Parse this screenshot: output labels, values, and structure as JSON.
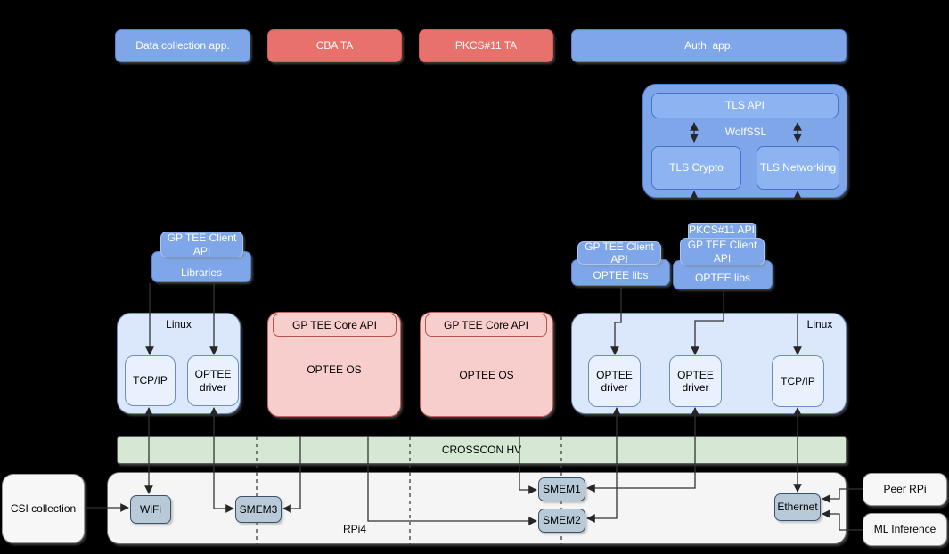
{
  "apps": {
    "data_collection": "Data collection app.",
    "cba_ta": "CBA TA",
    "pkcs11_ta": "PKCS#11 TA",
    "auth": "Auth. app."
  },
  "wolfssl": {
    "label": "WolfSSL",
    "tls_api": "TLS API",
    "tls_crypto": "TLS Crypto",
    "tls_networking": "TLS Networking"
  },
  "client_stack_left": {
    "api": "GP TEE Client API",
    "libs": "Libraries"
  },
  "client_stack_mid": {
    "api": "GP TEE Client API",
    "libs": "OPTEE libs"
  },
  "client_stack_right": {
    "pkcs_api": "PKCS#11 API",
    "api": "GP TEE Client API",
    "libs": "OPTEE libs"
  },
  "linux_left": {
    "label": "Linux",
    "tcpip": "TCP/IP",
    "optee_driver": "OPTEE driver"
  },
  "optee_os_1": {
    "core_api": "GP TEE Core API",
    "os": "OPTEE OS"
  },
  "optee_os_2": {
    "core_api": "GP TEE Core API",
    "os": "OPTEE OS"
  },
  "linux_right": {
    "label": "Linux",
    "optee_driver_1": "OPTEE driver",
    "optee_driver_2": "OPTEE driver",
    "tcpip": "TCP/IP"
  },
  "hypervisor": {
    "label": "CROSSCON HV"
  },
  "board": {
    "label": "RPi4",
    "wifi": "WiFi",
    "smem1": "SMEM1",
    "smem2": "SMEM2",
    "smem3": "SMEM3",
    "ethernet": "Ethernet"
  },
  "external": {
    "csi": "CSI collection",
    "peer_rpi": "Peer RPi",
    "ml_inference": "ML Inference"
  },
  "colors": {
    "app_blue": "#7ea6e8",
    "ta_red": "#e8716b",
    "tls_inner_blue": "#8db4f0",
    "linux_light_blue": "#dbe8fb",
    "optee_pink": "#f8cecc",
    "hv_green": "#d5e8d4",
    "device_gray_blue": "#b8cad7",
    "board_panel": "#f5f5f5",
    "background": "#000000",
    "connector": "#333333"
  }
}
